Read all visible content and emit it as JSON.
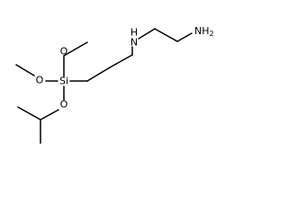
{
  "molecule": {
    "atoms": {
      "nh": "H",
      "nh_n": "N",
      "nh2": "NH",
      "nh2_sub": "2",
      "si": "Si",
      "o_top": "O",
      "o_left": "O",
      "o_bottom": "O"
    }
  }
}
